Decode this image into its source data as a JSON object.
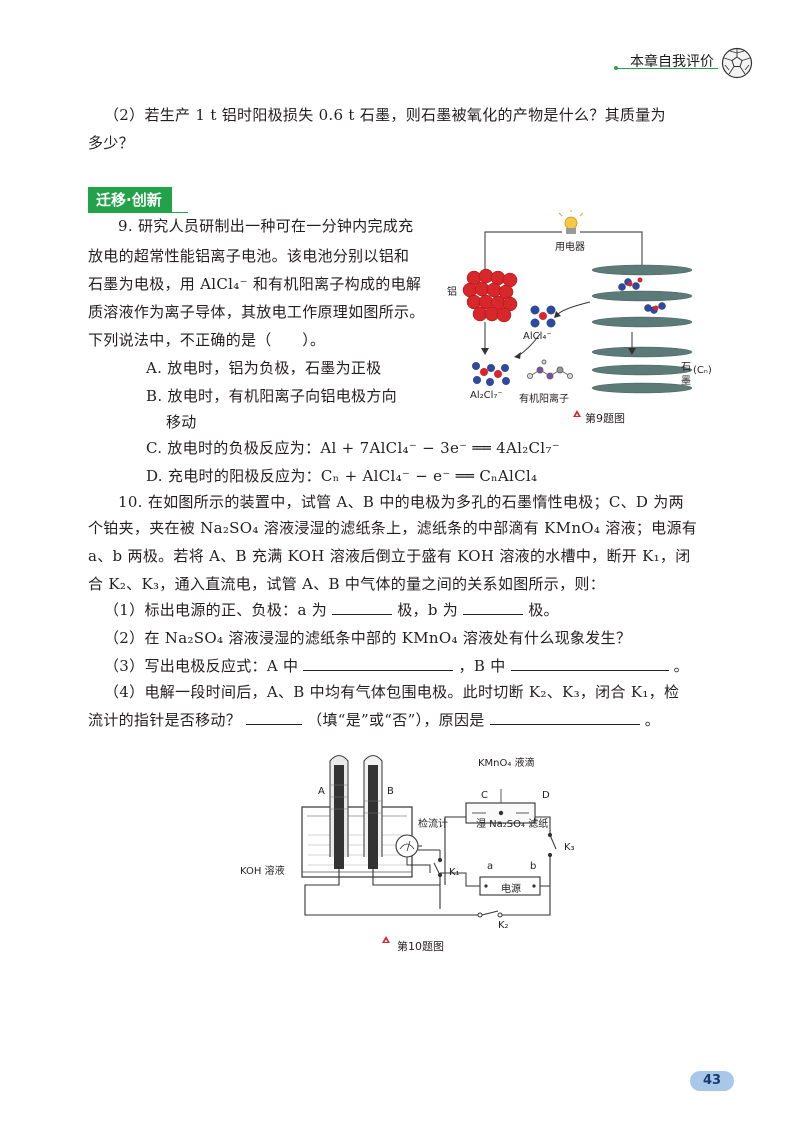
{
  "header": {
    "title": "本章自我评价"
  },
  "q8_part2": {
    "line1": "（2）若生产 1 t 铝时阳极损失 0.6 t 石墨，则石墨被氧化的产物是什么？其质量为",
    "line2": "多少？"
  },
  "section_badge": "迁移·创新",
  "q9": {
    "line1": "9. 研究人员研制出一种可在一分钟内完成充",
    "line2": "放电的超常性能铝离子电池。该电池分别以铝和",
    "line3": "石墨为电极，用 AlCl₄⁻ 和有机阳离子构成的电解",
    "line4": "质溶液作为离子导体，其放电工作原理如图所示。",
    "line5": "下列说法中，不正确的是（　　）。",
    "optA": "A. 放电时，铝为负极，石墨为正极",
    "optB1": "B. 放电时，有机阳离子向铝电极方向",
    "optB2": "移动",
    "optC": "C. 放电时的负极反应为：Al + 7AlCl₄⁻ − 3e⁻ ══ 4Al₂Cl₇⁻",
    "optD": "D. 充电时的阳极反应为：Cₙ + AlCl₄⁻ − e⁻ ══ CₙAlCl₄"
  },
  "fig9": {
    "label_device": "用电器",
    "label_al": "铝",
    "label_alcl4": "AlCl₄⁻",
    "label_al2cl7": "Al₂Cl₇⁻",
    "label_cation": "有机阳离子",
    "label_graphite1": "石",
    "label_graphite2": "墨",
    "label_cn": "(Cₙ)",
    "caption": "第9题图"
  },
  "q10": {
    "line1": "10. 在如图所示的装置中，试管 A、B 中的电极为多孔的石墨惰性电极；C、D 为两",
    "line2": "个铂夹，夹在被 Na₂SO₄ 溶液浸湿的滤纸条上，滤纸条的中部滴有 KMnO₄ 溶液；电源有",
    "line3": "a、b 两极。若将 A、B 充满 KOH 溶液后倒立于盛有 KOH 溶液的水槽中，断开 K₁，闭",
    "line4": "合 K₂、K₃，通入直流电，试管 A、B 中气体的量之间的关系如图所示，则：",
    "p1a": "（1）标出电源的正、负极：a 为",
    "p1b": "极，b 为",
    "p1c": "极。",
    "p2": "（2）在 Na₂SO₄ 溶液浸湿的滤纸条中部的 KMnO₄ 溶液处有什么现象发生？",
    "p3a": "（3）写出电极反应式：A 中",
    "p3b": "，B 中",
    "p3c": "。",
    "p4": "（4）电解一段时间后，A、B 中均有气体包围电极。此时切断 K₂、K₃，闭合 K₁，检",
    "p5a": "流计的指针是否移动？",
    "p5b": "（填“是”或“否”），原因是",
    "p5c": "。"
  },
  "fig10": {
    "label_kmno4": "KMnO₄ 液滴",
    "label_c": "C",
    "label_d": "D",
    "label_a_tube": "A",
    "label_b_tube": "B",
    "label_galv": "检流计",
    "label_filter": "湿 Na₂SO₄ 滤纸",
    "label_k3": "K₃",
    "label_koh": "KOH 溶液",
    "label_k1": "K₁",
    "label_a": "a",
    "label_b": "b",
    "label_power": "电源",
    "label_k2": "K₂",
    "caption": "第10题图"
  },
  "page_number": "43",
  "colors": {
    "accent_green": "#22a34a",
    "caption_red": "#d9262b",
    "page_badge": "#a9c7e8"
  }
}
